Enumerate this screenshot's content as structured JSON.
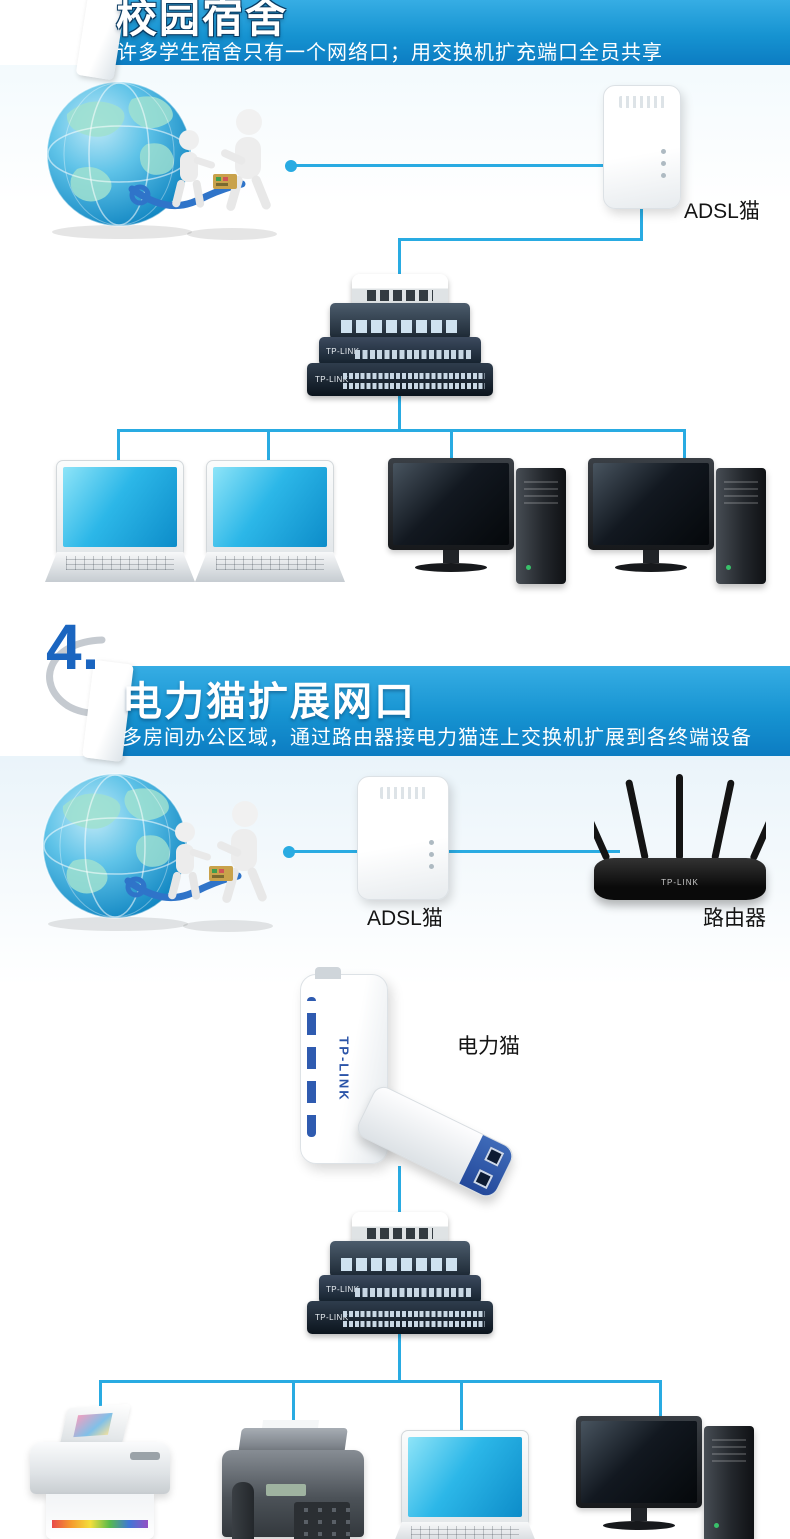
{
  "colors": {
    "accent_line": "#29abe2",
    "band_top": "#36ade4",
    "band_bottom": "#0c7cc2",
    "section_number_blue": "#1a65c0"
  },
  "brand": "TP-LINK",
  "sections": {
    "dorm": {
      "title": "校园宿舍",
      "subtitle": "许多学生宿舍只有一个网络口；用交换机扩充端口全员共享",
      "adsl_label": "ADSL猫"
    },
    "powerline": {
      "number": "4.",
      "title": "电力猫扩展网口",
      "subtitle": "多房间办公区域，通过路由器接电力猫连上交换机扩展到各终端设备",
      "adsl_label": "ADSL猫",
      "router_label": "路由器",
      "powerline_label": "电力猫"
    }
  }
}
